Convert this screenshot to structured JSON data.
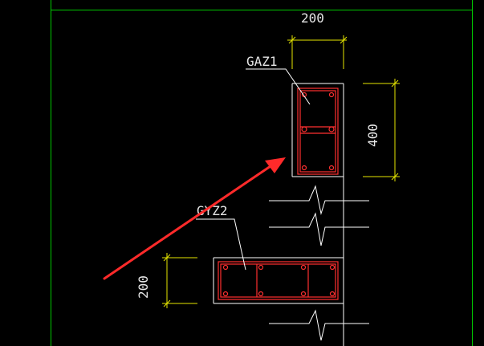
{
  "drawing": {
    "column_top": {
      "label": "GAZ1",
      "width_dim": "200",
      "height_dim": "400"
    },
    "column_bottom": {
      "label": "GYZ2",
      "height_dim": "200"
    }
  },
  "colors": {
    "background": "#000000",
    "grid_line": "#00c800",
    "outline": "#ffffff",
    "rebar": "#ff3030",
    "dimension": "#e6e600",
    "annotation_arrow": "#ff2a2a"
  },
  "icons": {
    "annotation": "red-arrow-icon",
    "break_symbol": "zigzag-break-icon"
  }
}
